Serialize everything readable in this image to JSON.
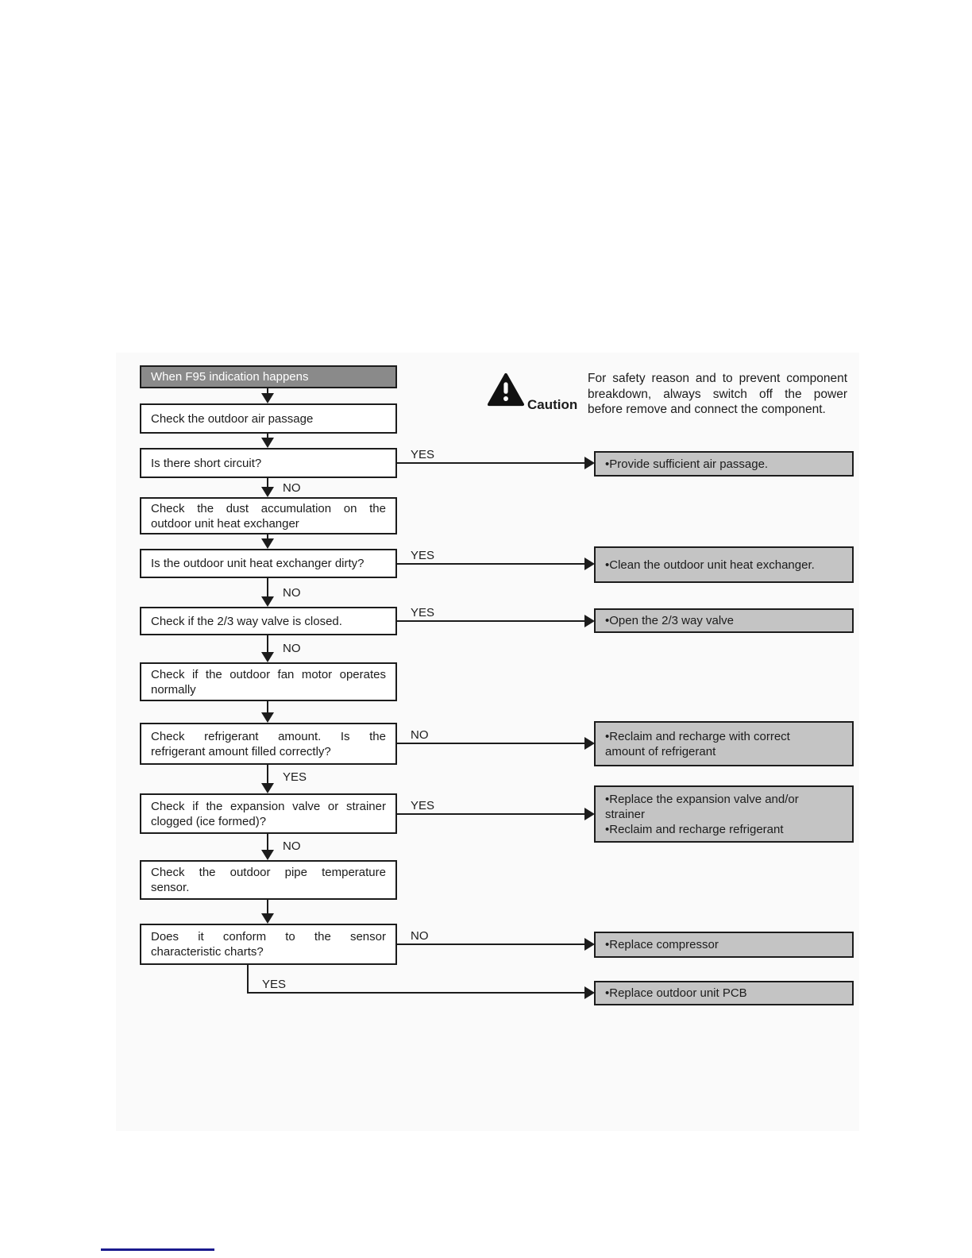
{
  "colors": {
    "accent_gray": "#8a8a8a",
    "result_gray": "#c4c4c4",
    "line": "#1c1c1c",
    "scan_bg": "#fafafa",
    "footer_rule": "#1a1a8e"
  },
  "caution": {
    "label": "Caution",
    "lines": [
      "For safety reason and to prevent component",
      "breakdown, always switch off the power",
      "before remove and connect the component."
    ]
  },
  "flowchart": {
    "start": {
      "text": "When F95 indication happens"
    },
    "steps": [
      {
        "lines": [
          "Check the outdoor air passage"
        ]
      },
      {
        "lines": [
          "Is there short circuit?"
        ],
        "branch": "YES",
        "down": "NO"
      },
      {
        "lines": [
          "Check the dust accumulation on the",
          "outdoor unit heat exchanger"
        ]
      },
      {
        "lines": [
          "Is the outdoor unit heat exchanger dirty?"
        ],
        "branch": "YES",
        "down": "NO"
      },
      {
        "lines": [
          "Check if the 2/3 way valve is closed."
        ],
        "branch": "YES",
        "down": "NO"
      },
      {
        "lines": [
          "Check if the outdoor fan motor operates",
          "normally"
        ]
      },
      {
        "lines": [
          "Check refrigerant amount. Is the",
          "refrigerant amount filled correctly?"
        ],
        "branch": "NO",
        "down": "YES"
      },
      {
        "lines": [
          "Check if the expansion valve or strainer",
          "clogged (ice formed)?"
        ],
        "branch": "YES",
        "down": "NO"
      },
      {
        "lines": [
          "Check the outdoor pipe temperature",
          "sensor."
        ]
      },
      {
        "lines": [
          "Does it conform to the sensor",
          "characteristic charts?"
        ],
        "branch": "NO",
        "down": "YES"
      }
    ],
    "results": [
      {
        "lines": [
          "•Provide sufficient air passage."
        ]
      },
      {
        "lines": [
          "•Clean the outdoor unit heat exchanger."
        ]
      },
      {
        "lines": [
          "•Open the 2/3 way valve"
        ]
      },
      {
        "lines": [
          "•Reclaim and recharge with correct",
          "amount of refrigerant"
        ]
      },
      {
        "lines": [
          "•Replace the expansion valve and/or",
          "strainer",
          "•Reclaim and recharge refrigerant"
        ]
      },
      {
        "lines": [
          "•Replace compressor"
        ]
      },
      {
        "lines": [
          "•Replace outdoor unit PCB"
        ]
      }
    ]
  }
}
